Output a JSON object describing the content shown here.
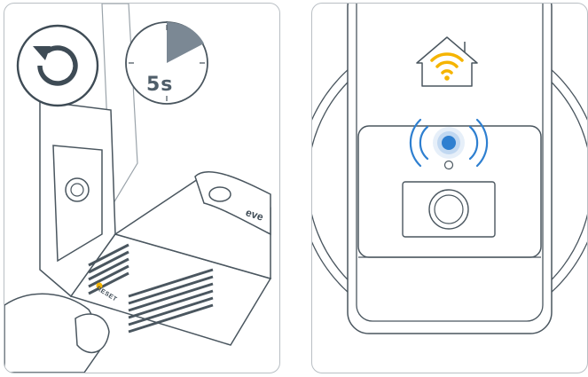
{
  "left_panel": {
    "timer_text": "5s",
    "reset_text": "RESET",
    "brand_text": "eve"
  },
  "colors": {
    "outline": "#4a565f",
    "light_outline": "#9aa3aa",
    "timer_fill": "#7b8894",
    "reset_led": "#f5b400",
    "wifi": "#f5b400",
    "signal_dot": "#2e7fd0",
    "signal_arcs": "#2e7fd0"
  },
  "icons": [
    "reset-arrow-icon",
    "timer-icon",
    "home-wifi-icon",
    "signal-waves-icon"
  ]
}
